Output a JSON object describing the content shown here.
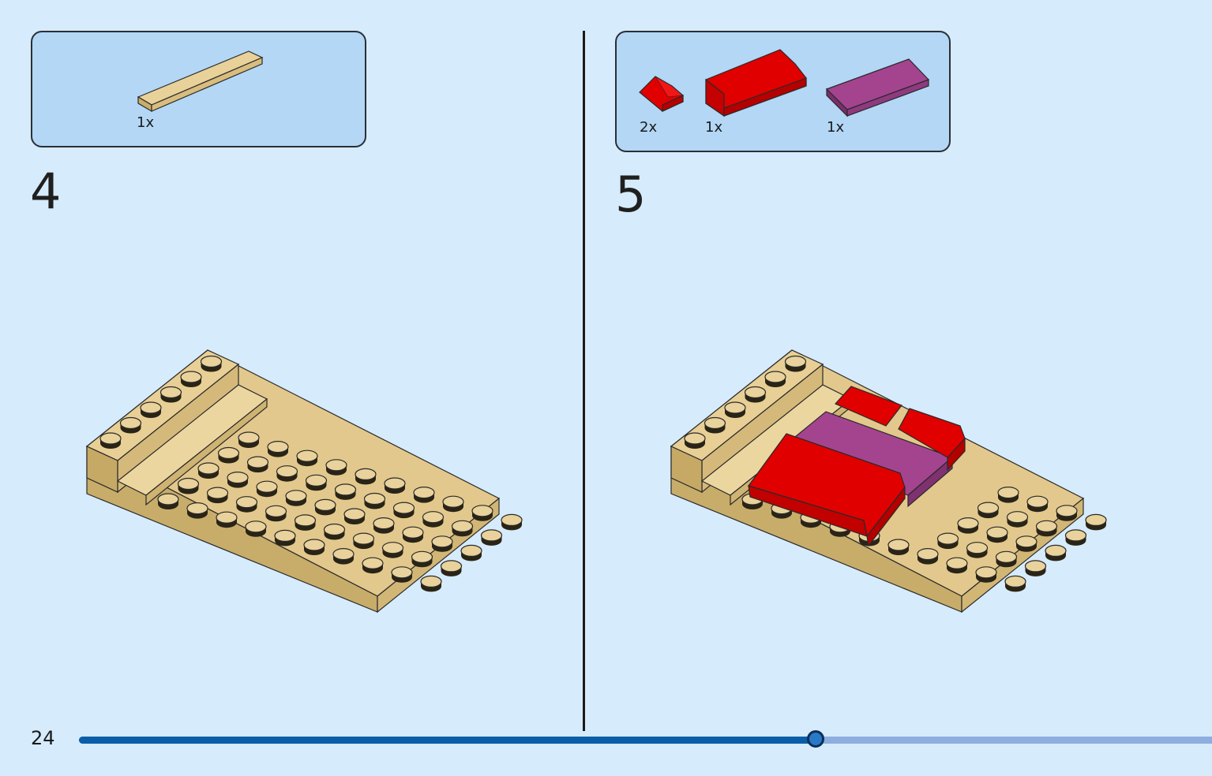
{
  "steps": [
    {
      "number": "4",
      "parts": [
        {
          "qty": "1x",
          "piece": "tan-plate-1x8-tile",
          "color": "#e4cb8f"
        }
      ]
    },
    {
      "number": "5",
      "parts": [
        {
          "qty": "2x",
          "piece": "red-slope-1x2",
          "color": "#dd0000"
        },
        {
          "qty": "1x",
          "piece": "red-slope-2x4",
          "color": "#dd0000"
        },
        {
          "qty": "1x",
          "piece": "magenta-tile-2x4",
          "color": "#a0428f"
        }
      ]
    }
  ],
  "footer": {
    "page_number": "24",
    "progress": 0.65
  },
  "colors": {
    "background": "#d6ebfb",
    "parts_box": "#b3d7f5",
    "tan": "#e4cb8f",
    "red": "#dd0000",
    "magenta": "#a0428f",
    "progress_fill": "#0a5ea8",
    "progress_track": "#8eaedf"
  }
}
